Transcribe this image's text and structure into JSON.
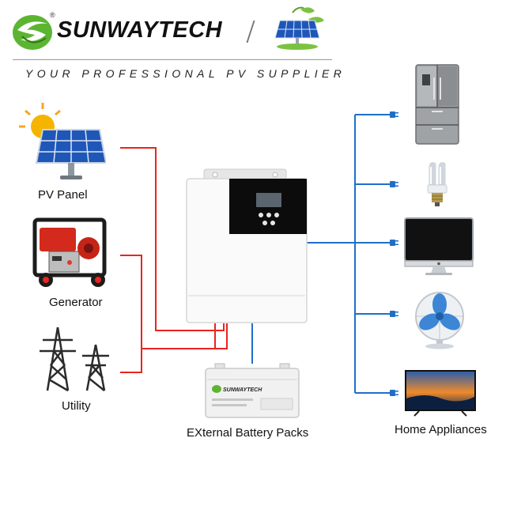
{
  "header": {
    "brand_name": "SUNWAYTECH",
    "registered_mark": "®",
    "tagline": "YOUR PROFESSIONAL PV SUPPLIER"
  },
  "sources": [
    {
      "id": "pv-panel",
      "label": "PV Panel",
      "icon": "solar-panel-icon"
    },
    {
      "id": "generator",
      "label": "Generator",
      "icon": "generator-icon"
    },
    {
      "id": "utility",
      "label": "Utility",
      "icon": "power-tower-icon"
    }
  ],
  "inverter": {
    "icon": "hybrid-inverter-icon"
  },
  "battery": {
    "label": "EXternal Battery Packs",
    "icon": "battery-icon",
    "brand_text": "SUNWAYTECH"
  },
  "loads": {
    "label": "Home Appliances",
    "items": [
      {
        "id": "refrigerator",
        "icon": "refrigerator-icon"
      },
      {
        "id": "light-bulb",
        "icon": "light-bulb-icon"
      },
      {
        "id": "monitor",
        "icon": "monitor-icon"
      },
      {
        "id": "fan",
        "icon": "fan-icon"
      },
      {
        "id": "tv",
        "icon": "tv-icon"
      }
    ]
  },
  "colors": {
    "input_wire": "#e8251f",
    "output_wire": "#1f6fc7",
    "brand_green": "#5cb531",
    "panel_blue": "#1f57b8"
  }
}
